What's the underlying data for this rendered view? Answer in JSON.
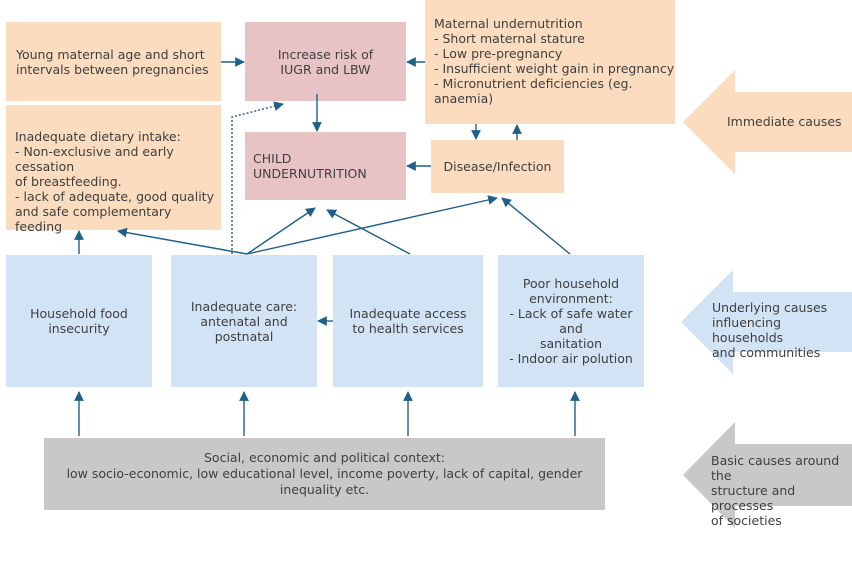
{
  "diagram": {
    "boxes": {
      "young_maternal_age": "Young maternal age and short\nintervals between pregnancies",
      "increase_risk": "Increase risk of\nIUGR and LBW",
      "maternal_undernutrition": "Maternal undernutrition\n- Short maternal stature\n- Low pre-pregnancy\n- Insufficient weight gain in pregnancy\n- Micronutrient deficiencies (eg. anaemia)",
      "inadequate_dietary": "Inadequate dietary intake:\n- Non-exclusive and early cessation\nof breastfeeding.\n- lack of adequate, good quality\nand safe complementary feeding",
      "child_undernutrition": "CHILD UNDERNUTRITION",
      "disease_infection": "Disease/Infection",
      "household_food": "Household food\ninsecurity",
      "inadequate_care": "Inadequate care:\nantenatal and postnatal",
      "inadequate_access": "Inadequate access\nto health services",
      "poor_household": "Poor household\nenvironment:\n- Lack of safe water and\nsanitation\n- Indoor air polution",
      "social_context": "Social, economic and political context:\nlow socio-economic, low educational level, income poverty, lack of capital, gender inequality etc."
    },
    "cause_levels": {
      "immediate": "Immediate causes",
      "underlying": "Underlying causes\ninfluencing households\nand communities",
      "basic": "Basic causes around the\nstructure and processes\nof societies"
    },
    "colors": {
      "immediate_box": "#fbdcbf",
      "outcome_box": "#e8c3c5",
      "underlying_box": "#d1e3f4",
      "basic_box": "#c8c8c8",
      "connector": "#1f5f8b"
    }
  }
}
